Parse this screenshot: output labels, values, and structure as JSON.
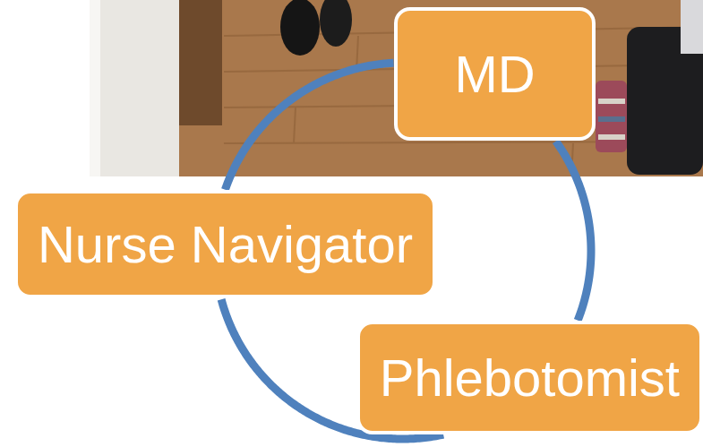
{
  "diagram": {
    "nodes": [
      {
        "text": [
          "MD"
        ]
      },
      {
        "text": [
          "Nurse Navigator"
        ]
      },
      {
        "text": [
          "Phlebotomist"
        ]
      }
    ],
    "edges": [
      {
        "from": 0,
        "to": 2,
        "arrow": "none"
      },
      {
        "from": 2,
        "to": 1,
        "arrow": "none"
      },
      {
        "from": 1,
        "to": 0,
        "arrow": "none"
      }
    ]
  }
}
